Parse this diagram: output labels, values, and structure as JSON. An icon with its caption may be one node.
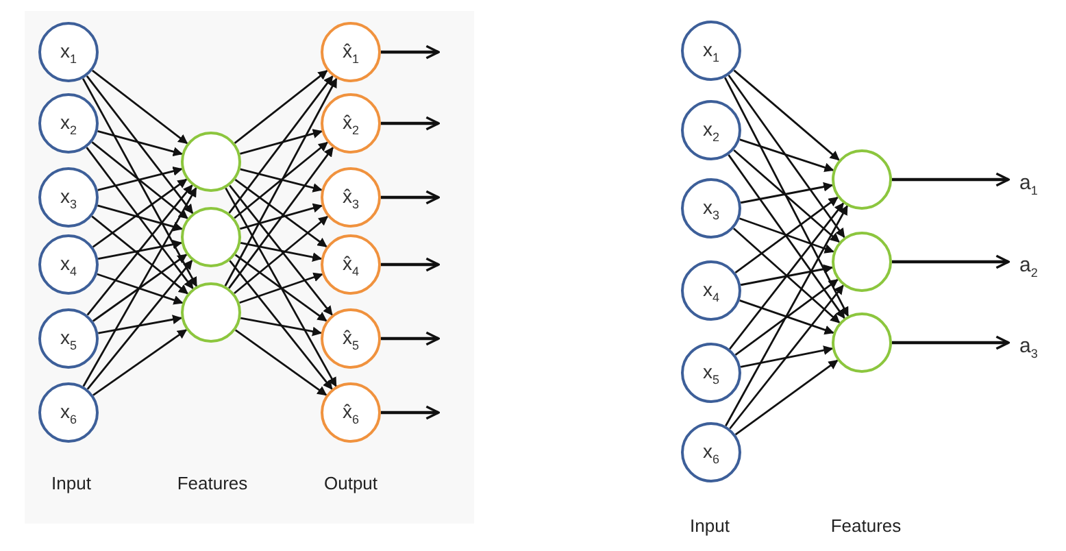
{
  "diagram": {
    "nodes": [
      {
        "text": [
          "x$_{1}$"
        ]
      },
      {
        "text": [
          "x$_{2}$"
        ]
      },
      {
        "text": [
          "x$_{3}$"
        ]
      },
      {
        "text": [
          "x$_{4}$"
        ]
      },
      {
        "text": [
          "x$_{5}$"
        ]
      },
      {
        "text": [
          "x$_{6}$"
        ]
      },
      {
        "text": [],
        "shape": "circle"
      },
      {
        "text": [],
        "shape": "circle"
      },
      {
        "text": [],
        "shape": "circle"
      },
      {
        "text": [
          "x̂$_{1}$"
        ]
      },
      {
        "text": [
          "x̂$_{2}$"
        ]
      },
      {
        "text": [
          "x̂$_{3}$"
        ]
      },
      {
        "text": [
          "x̂$_{4}$"
        ]
      },
      {
        "text": [
          "x̂$_{5}$"
        ]
      },
      {
        "text": [
          "x̂$_{6}$"
        ]
      },
      {
        "text": [
          "x$_{1}$"
        ]
      },
      {
        "text": [
          "x$_{2}$"
        ]
      },
      {
        "text": [
          "x$_{3}$"
        ]
      },
      {
        "text": [
          "x$_{4}$"
        ]
      },
      {
        "text": [
          "x$_{5}$"
        ]
      },
      {
        "text": [
          "x$_{6}$"
        ]
      },
      {
        "text": [],
        "shape": "circle"
      },
      {
        "text": [],
        "shape": "circle"
      },
      {
        "text": [],
        "shape": "circle"
      },
      {
        "text": [
          "a$_{1}$"
        ]
      },
      {
        "text": [
          "a$_{2}$"
        ]
      },
      {
        "text": [
          "a$_{3}$"
        ]
      }
    ],
    "edges": [
      {
        "from": 0,
        "to": 6,
        "arrow": "to"
      },
      {
        "from": 0,
        "to": 7,
        "arrow": "to"
      },
      {
        "from": 0,
        "to": 8,
        "arrow": "to"
      },
      {
        "from": 1,
        "to": 6,
        "arrow": "to"
      },
      {
        "from": 1,
        "to": 7,
        "arrow": "to"
      },
      {
        "from": 1,
        "to": 8,
        "arrow": "to"
      },
      {
        "from": 2,
        "to": 6,
        "arrow": "to"
      },
      {
        "from": 2,
        "to": 7,
        "arrow": "to"
      },
      {
        "from": 2,
        "to": 8,
        "arrow": "to"
      },
      {
        "from": 3,
        "to": 6,
        "arrow": "to"
      },
      {
        "from": 3,
        "to": 7,
        "arrow": "to"
      },
      {
        "from": 3,
        "to": 8,
        "arrow": "to"
      },
      {
        "from": 4,
        "to": 6,
        "arrow": "to"
      },
      {
        "from": 4,
        "to": 7,
        "arrow": "to"
      },
      {
        "from": 4,
        "to": 8,
        "arrow": "to"
      },
      {
        "from": 5,
        "to": 6,
        "arrow": "to"
      },
      {
        "from": 5,
        "to": 7,
        "arrow": "to"
      },
      {
        "from": 5,
        "to": 8,
        "arrow": "to"
      },
      {
        "from": 6,
        "to": 9,
        "arrow": "to"
      },
      {
        "from": 6,
        "to": 10,
        "arrow": "to"
      },
      {
        "from": 6,
        "to": 11,
        "arrow": "to"
      },
      {
        "from": 6,
        "to": 12,
        "arrow": "to"
      },
      {
        "from": 6,
        "to": 13,
        "arrow": "to"
      },
      {
        "from": 6,
        "to": 14,
        "arrow": "to"
      },
      {
        "from": 7,
        "to": 9,
        "arrow": "to"
      },
      {
        "from": 7,
        "to": 10,
        "arrow": "to"
      },
      {
        "from": 7,
        "to": 11,
        "arrow": "to"
      },
      {
        "from": 7,
        "to": 12,
        "arrow": "to"
      },
      {
        "from": 7,
        "to": 13,
        "arrow": "to"
      },
      {
        "from": 7,
        "to": 14,
        "arrow": "to"
      },
      {
        "from": 8,
        "to": 9,
        "arrow": "to"
      },
      {
        "from": 8,
        "to": 10,
        "arrow": "to"
      },
      {
        "from": 8,
        "to": 11,
        "arrow": "to"
      },
      {
        "from": 8,
        "to": 12,
        "arrow": "to"
      },
      {
        "from": 8,
        "to": 13,
        "arrow": "to"
      },
      {
        "from": 8,
        "to": 14,
        "arrow": "to"
      },
      {
        "from": 9,
        "to": null,
        "arrow": "to"
      },
      {
        "from": 10,
        "to": null,
        "arrow": "to"
      },
      {
        "from": 11,
        "to": null,
        "arrow": "to"
      },
      {
        "from": 12,
        "to": null,
        "arrow": "to"
      },
      {
        "from": 13,
        "to": null,
        "arrow": "to"
      },
      {
        "from": 14,
        "to": null,
        "arrow": "to"
      },
      {
        "from": 15,
        "to": 21,
        "arrow": "to"
      },
      {
        "from": 15,
        "to": 22,
        "arrow": "to"
      },
      {
        "from": 15,
        "to": 23,
        "arrow": "to"
      },
      {
        "from": 16,
        "to": 21,
        "arrow": "to"
      },
      {
        "from": 16,
        "to": 22,
        "arrow": "to"
      },
      {
        "from": 16,
        "to": 23,
        "arrow": "to"
      },
      {
        "from": 17,
        "to": 21,
        "arrow": "to"
      },
      {
        "from": 17,
        "to": 22,
        "arrow": "to"
      },
      {
        "from": 17,
        "to": 23,
        "arrow": "to"
      },
      {
        "from": 18,
        "to": 21,
        "arrow": "to"
      },
      {
        "from": 18,
        "to": 22,
        "arrow": "to"
      },
      {
        "from": 18,
        "to": 23,
        "arrow": "to"
      },
      {
        "from": 19,
        "to": 21,
        "arrow": "to"
      },
      {
        "from": 19,
        "to": 22,
        "arrow": "to"
      },
      {
        "from": 19,
        "to": 23,
        "arrow": "to"
      },
      {
        "from": 20,
        "to": 21,
        "arrow": "to"
      },
      {
        "from": 20,
        "to": 22,
        "arrow": "to"
      },
      {
        "from": 20,
        "to": 23,
        "arrow": "to"
      },
      {
        "from": 21,
        "to": 24,
        "arrow": "to"
      },
      {
        "from": 22,
        "to": 25,
        "arrow": "to"
      },
      {
        "from": 23,
        "to": 26,
        "arrow": "to"
      }
    ],
    "labels": [
      "Input",
      "Features",
      "Output",
      "Input",
      "Features"
    ]
  }
}
